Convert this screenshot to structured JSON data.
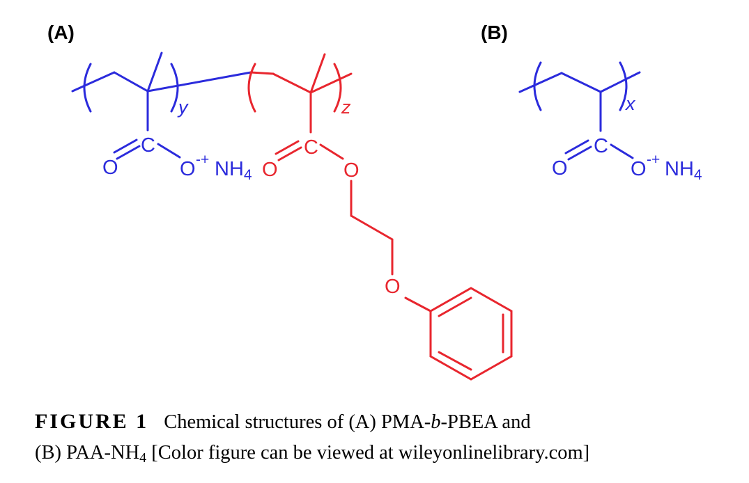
{
  "panels": {
    "a": {
      "label": "(A)"
    },
    "b": {
      "label": "(B)"
    }
  },
  "structure_a": {
    "atoms": {
      "carbon1": "C",
      "carbonyl_o1": "O",
      "ester_o1": "O",
      "charge1": "-+",
      "ammonium1": "NH",
      "ammonium1_sub": "4",
      "carbon2": "C",
      "carbonyl_o2": "O",
      "ester_o2": "O",
      "ether_o": "O"
    },
    "repeat_indices": {
      "first": "y",
      "second": "z"
    }
  },
  "structure_b": {
    "atoms": {
      "carbon": "C",
      "carbonyl_o": "O",
      "ester_o": "O",
      "charge": "-+",
      "ammonium": "NH",
      "ammonium_sub": "4"
    },
    "repeat_index": "x"
  },
  "caption": {
    "label": "FIGURE 1",
    "line1": "Chemical structures of (A) PMA-",
    "line1_italic": "b",
    "line1_end": "-PBEA and",
    "line2_start": "(B) PAA-NH",
    "line2_sub": "4",
    "line2_end": " [Color figure can be viewed at wileyonlinelibrary.com]"
  },
  "colors": {
    "blue_block": "#2b2bdc",
    "red_block": "#e8262e",
    "text": "#000000"
  }
}
